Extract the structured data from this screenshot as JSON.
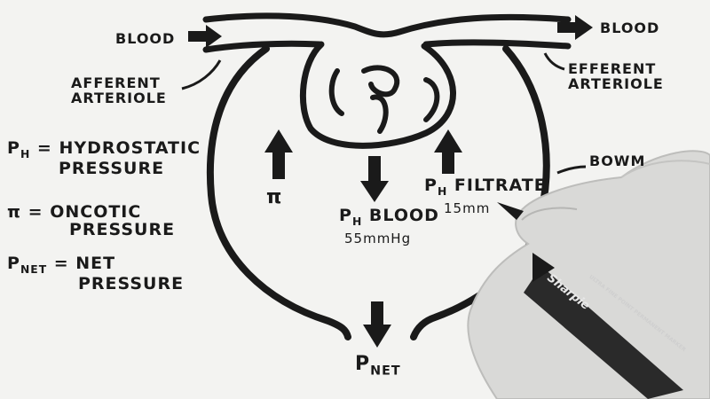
{
  "labels": {
    "blood_in": "BLOOD",
    "blood_out": "BLOOD",
    "afferent_line1": "AFFERENT",
    "afferent_line2": "ARTERIOLE",
    "efferent_line1": "EFFERENT",
    "efferent_line2": "ARTERIOLE",
    "bowman_partial": "BOWM",
    "pi_symbol": "π",
    "ph_blood": "BLOOD",
    "ph_blood_value": "55mmHg",
    "ph_filtrate": "FILTRATE",
    "ph_filtrate_value": "15mm",
    "pnet": "NET",
    "p_letter": "P",
    "h_sub": "H"
  },
  "legend": {
    "hydro_rhs_line1": "= HYDROSTATIC",
    "hydro_rhs_line2": "PRESSURE",
    "oncotic_symbol": "π",
    "oncotic_rhs_line1": "= ONCOTIC",
    "oncotic_rhs_line2": "PRESSURE",
    "net_sub": "NET",
    "net_rhs_line1": "= NET",
    "net_rhs_line2": "PRESSURE"
  },
  "marker": {
    "brand": "Sharpie",
    "fine_print": "ULTRA FINE POINT PERMANENT MARKER"
  },
  "colors": {
    "ink": "#1a1a1a",
    "paper": "#f3f3f1",
    "skin": "#d9d9d7"
  }
}
